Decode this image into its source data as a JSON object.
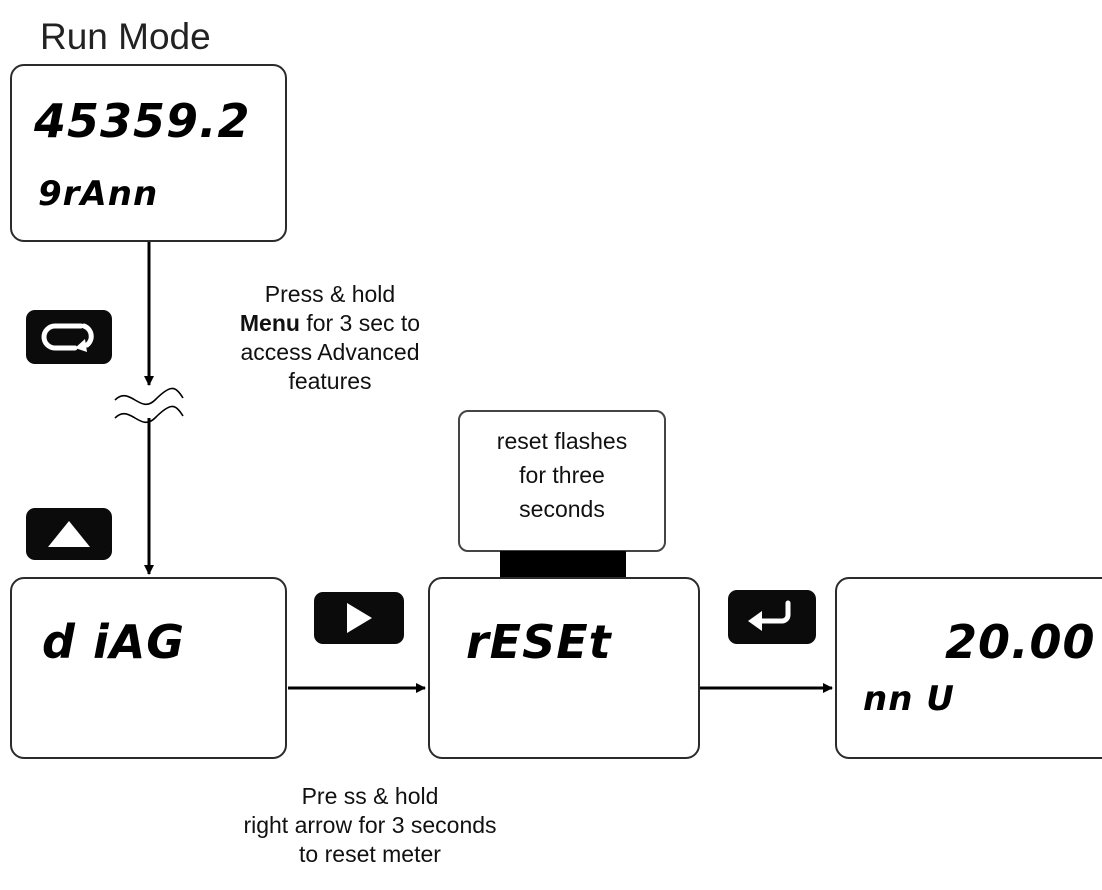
{
  "title": "Run Mode",
  "run_display": {
    "value": "45359.2",
    "unit": "9rAnn"
  },
  "menu_note": {
    "line1": "Press & hold",
    "bold": "Menu",
    "line2_rest": " for 3 sec to",
    "line3": "access Advanced",
    "line4": "features"
  },
  "diag_display": {
    "value": "d iAG"
  },
  "reset_display": {
    "value": "rESEt"
  },
  "result_display": {
    "value": "20.00",
    "unit": "nn U"
  },
  "reset_tag": {
    "line1": "reset flashes",
    "line2": "for three",
    "line3": "seconds"
  },
  "bottom_note": {
    "line1": "Pre ss & hold",
    "line2": "right arrow  for 3 seconds",
    "line3": "to reset meter"
  },
  "icons": {
    "menu": "menu-cycle-icon",
    "up": "up-arrow-icon",
    "right": "right-arrow-icon",
    "enter": "enter-icon"
  }
}
